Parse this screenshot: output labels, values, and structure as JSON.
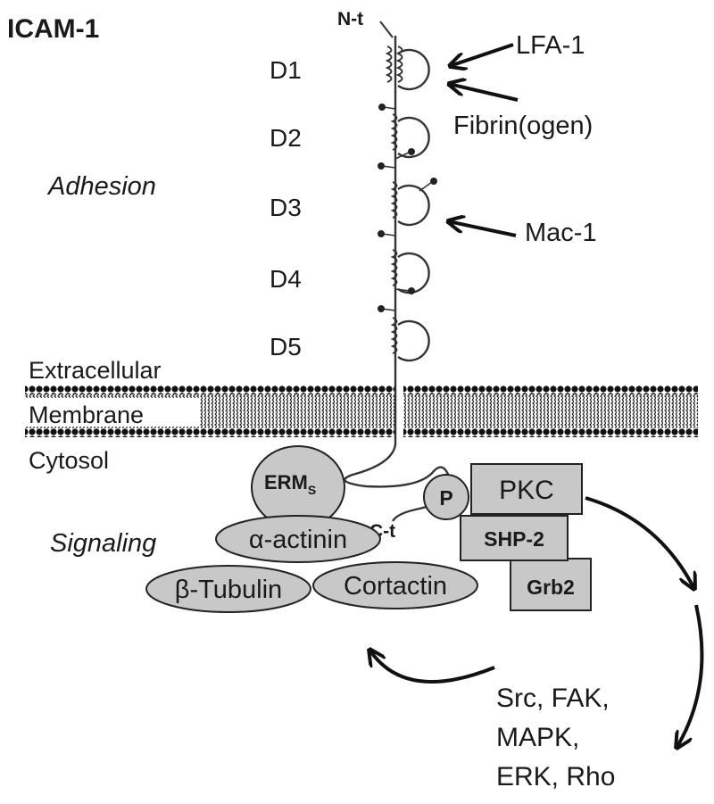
{
  "title": "ICAM-1",
  "terminals": {
    "n": "N-t",
    "c": "C-t"
  },
  "domains": [
    "D1",
    "D2",
    "D3",
    "D4",
    "D5"
  ],
  "ligands": {
    "lfa1": "LFA-1",
    "fibrinogen": "Fibrin(ogen)",
    "mac1": "Mac-1"
  },
  "regions": {
    "adhesion": "Adhesion",
    "signaling": "Signaling",
    "extracellular": "Extracellular",
    "membrane": "Membrane",
    "cytosol": "Cytosol"
  },
  "proteins": {
    "erm": "ERM",
    "erm_sub": "S",
    "actinin": "α-actinin",
    "tubulin": "β-Tubulin",
    "cortactin": "Cortactin",
    "phospho": "P",
    "pkc": "PKC",
    "shp2": "SHP-2",
    "grb2": "Grb2"
  },
  "downstream": [
    "Src, FAK,",
    "MAPK,",
    "ERK, Rho"
  ]
}
